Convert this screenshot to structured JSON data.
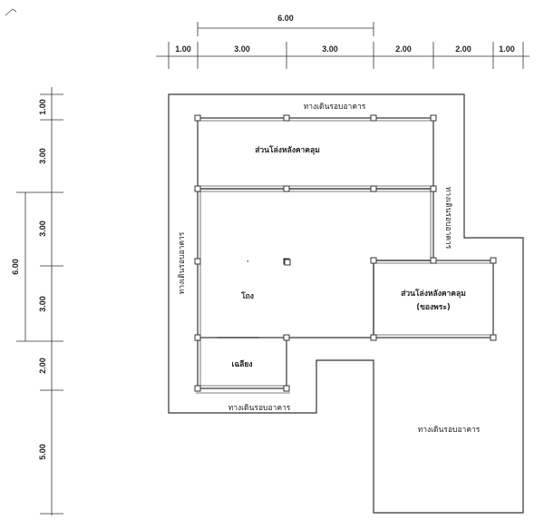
{
  "plan": {
    "top_dims": {
      "overall": "6.00",
      "segments": [
        "1.00",
        "3.00",
        "3.00",
        "2.00",
        "2.00",
        "1.00"
      ]
    },
    "left_dims": {
      "segments": [
        "1.00",
        "3.00",
        "3.00",
        "2.00",
        "5.00"
      ],
      "overall": "6.00",
      "sub": "3.00"
    },
    "labels": {
      "walkway_top": "ทางเดินรอบอาคาร",
      "walkway_left": "ทางเดินรอบอาคาร",
      "walkway_right": "ทางเดินรอบอาคาร",
      "walkway_bottom": "ทางเดินรอบอาคาร",
      "walkway_annex": "ทางเดินรอบอาคาร",
      "roof_top": "ส่วนโล่งหลังคาคลุม",
      "roof_right": "ส่วนโล่งหลังคาคลุม",
      "roof_right_sub": "(ของพระ)",
      "hall": "โถง",
      "storage": "เฉลียง"
    }
  }
}
